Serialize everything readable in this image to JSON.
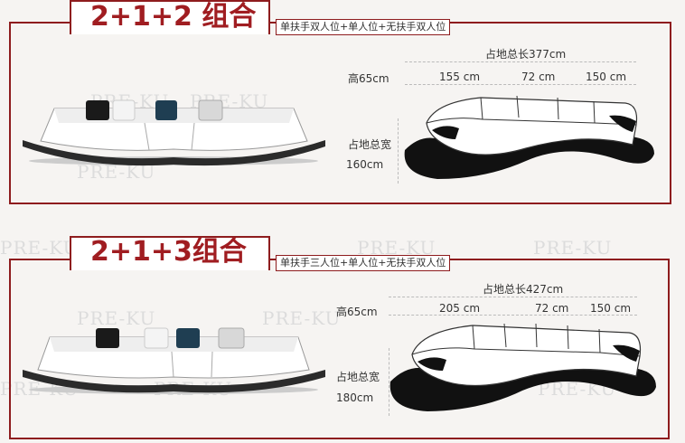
{
  "watermark": "PRE-KU",
  "sections": [
    {
      "title": "2+1+2 组合",
      "subtitle": "单扶手双人位+单人位+无扶手双人位",
      "total_label": "占地总长377cm",
      "height_label": "高65cm",
      "seg1": "155 cm",
      "seg2": "72 cm",
      "seg3": "150 cm",
      "depth_label": "占地总宽",
      "depth_value": "160cm"
    },
    {
      "title": "2+1+3组合",
      "subtitle": "单扶手三人位+单人位+无扶手双人位",
      "total_label": "占地总长427cm",
      "height_label": "高65cm",
      "seg1": "205 cm",
      "seg2": "72 cm",
      "seg3": "150 cm",
      "depth_label": "占地总宽",
      "depth_value": "180cm"
    }
  ]
}
